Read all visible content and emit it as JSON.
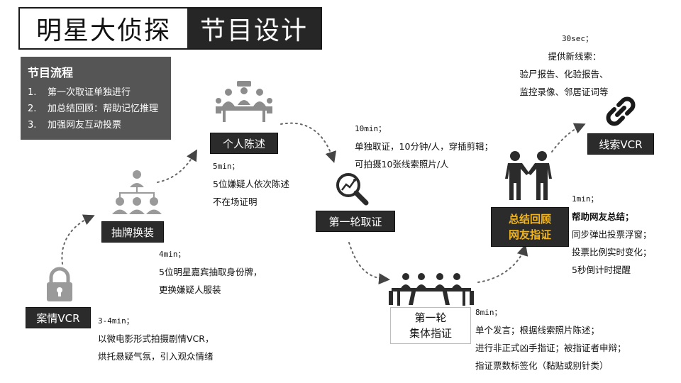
{
  "title": {
    "left": "明星大侦探",
    "right": "节目设计"
  },
  "flow": {
    "heading": "节目流程",
    "items": [
      {
        "num": "1.",
        "text": "第一次取证单独进行"
      },
      {
        "num": "2.",
        "text": "加总结回顾：帮助记忆推理"
      },
      {
        "num": "3.",
        "text": "加强网友互动投票"
      }
    ]
  },
  "stages": {
    "case_vcr": "案情VCR",
    "draw_cards": "抽牌换装",
    "statement": "个人陈述",
    "evidence1": "第一轮取证",
    "accuse1_line1": "第一轮",
    "accuse1_line2": "集体指证",
    "summary_line1": "总结回顾",
    "summary_line2": "网友指证",
    "clue_vcr": "线索VCR"
  },
  "desc": {
    "case_vcr": {
      "time": "3-4min；",
      "lines": [
        "以微电影形式拍摄剧情VCR，",
        "烘托悬疑气氛，引入观众情绪"
      ]
    },
    "draw_cards": {
      "time": "4min；",
      "lines": [
        "5位明星嘉宾抽取身份牌，",
        "更换嫌疑人服装"
      ]
    },
    "statement": {
      "time": "5min；",
      "lines": [
        "5位嫌疑人依次陈述",
        "不在场证明"
      ]
    },
    "evidence1": {
      "time": "10min；",
      "lines": [
        "单独取证，10分钟/人，穿插剪辑；",
        "可拍摄10张线索照片/人"
      ]
    },
    "accuse1": {
      "time": "8min；",
      "lines": [
        "单个发言；根据线索照片陈述；",
        "进行非正式凶手指证；被指证者申辩；",
        "指证票数标签化（黏贴或别针类）"
      ]
    },
    "summary": {
      "time": "1min；",
      "bold": "帮助网友总结；",
      "lines": [
        "同步弹出投票浮窗；",
        "投票比例实时变化；",
        "5秒倒计时提醒"
      ]
    },
    "clue_vcr": {
      "time": "30sec；",
      "lines": [
        "提供新线索：",
        "验尸报告、化验报告、",
        "监控录像、邻居证词等"
      ]
    }
  },
  "colors": {
    "dark": "#2b2b2b",
    "panel": "#555555",
    "highlight": "#f2b51c",
    "icon_gray": "#9a9a9a"
  },
  "icons": [
    "lock-icon",
    "org-chart-icon",
    "meeting-icon",
    "magnifier-chart-icon",
    "team-table-icon",
    "handshake-icon",
    "chain-link-icon"
  ]
}
